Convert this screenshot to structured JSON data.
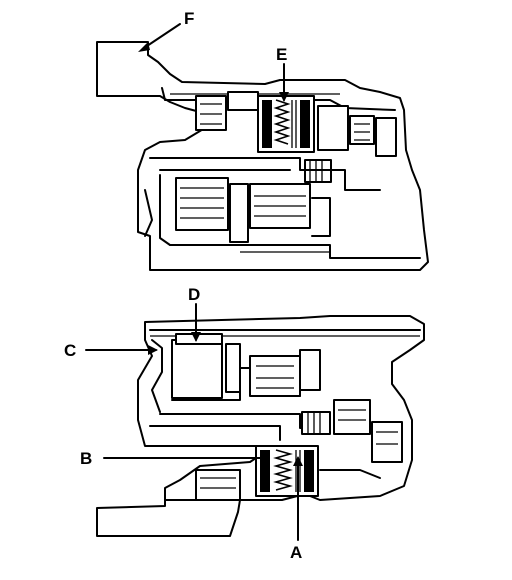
{
  "callouts": {
    "a": "A",
    "b": "B",
    "c": "C",
    "d": "D",
    "e": "E",
    "f": "F"
  },
  "colors": {
    "line": "#000000",
    "background": "#ffffff"
  }
}
